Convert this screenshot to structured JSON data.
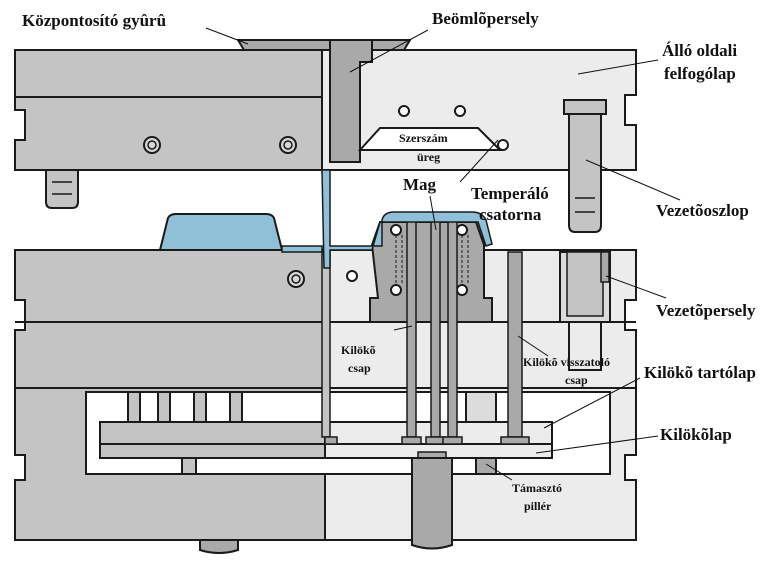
{
  "labels": {
    "kozpontosito": "Központosító gyûrû",
    "beomlo": "Beömlõpersely",
    "allo1": "Álló oldali",
    "allo2": "felfogólap",
    "szerszam1": "Szerszám",
    "szerszam2": "üreg",
    "mag": "Mag",
    "temperalo1": "Temperáló",
    "temperalo2": "csatorna",
    "vezetooszlop": "Vezetõoszlop",
    "vezetopersely": "Vezetõpersely",
    "kiloko_csap1": "Kilökõ",
    "kiloko_csap2": "csap",
    "visszatolo1": "Kilökõ visszatoló",
    "visszatolo2": "csap",
    "tartolap": "Kilökõ tartólap",
    "kilokolap": "Kilökõlap",
    "tamaszto1": "Támasztó",
    "tamaszto2": "pillér"
  },
  "colors": {
    "dark_plate": "#c4c4c4",
    "light_plate": "#ececec",
    "part_gray": "#a9a9a9",
    "plastic_blue": "#8fc0d8",
    "outline": "#1a1a1a"
  }
}
